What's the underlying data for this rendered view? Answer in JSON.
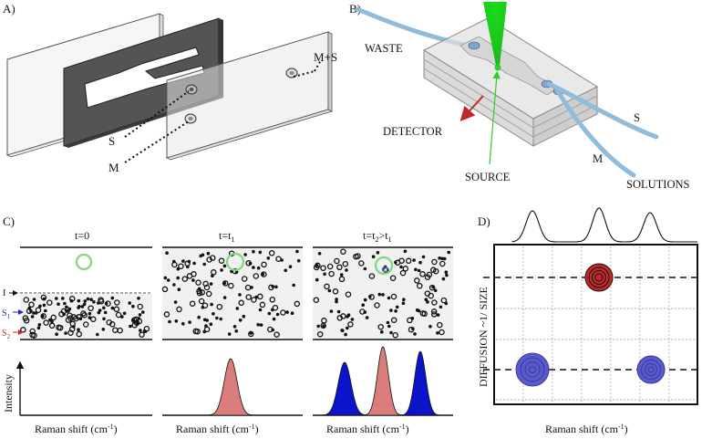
{
  "panels": {
    "a": {
      "label": "A)",
      "callouts": {
        "s": "S",
        "m": "M",
        "ms": "M+S"
      }
    },
    "b": {
      "label": "B)",
      "labels": {
        "waste": "WASTE",
        "detector": "DETECTOR",
        "source": "SOURCE",
        "s": "S",
        "m": "M",
        "solutions": "SOLUTIONS"
      }
    },
    "c": {
      "label": "C)",
      "times": {
        "t0": "t=0",
        "t1_base": "t=t",
        "t1_sub": "1",
        "t2_base": "t=t",
        "t2_sub1": "2",
        "t2_mid": ">t",
        "t2_sub2": "1"
      },
      "side_labels": {
        "i": "I",
        "s1_base": "S",
        "s1_sub": "1",
        "s2_base": "S",
        "s2_sub": "2"
      },
      "ylabel": "Intensity",
      "xlabels": [
        "Raman shift (cm",
        "Raman shift (cm",
        "Raman shift (cm"
      ],
      "xlabel_sup": "-1",
      "xlabel_close": ")"
    },
    "d": {
      "label": "D)",
      "ylabel": "DIFFUSION ~1/ SIZE",
      "xlabel": "Raman shift (cm",
      "xlabel_sup": "-1",
      "xlabel_close": ")"
    }
  },
  "colors": {
    "blue_peak": "#0a14c8",
    "red_peak": "#d87c7c",
    "red_spot": "#c0282a",
    "blue_spot": "#5a5ad0",
    "tube": "#8fbcdc",
    "laser": "#2ecc2e",
    "detector_arrow": "#c0282a",
    "green_circle": "#7ed87e"
  }
}
